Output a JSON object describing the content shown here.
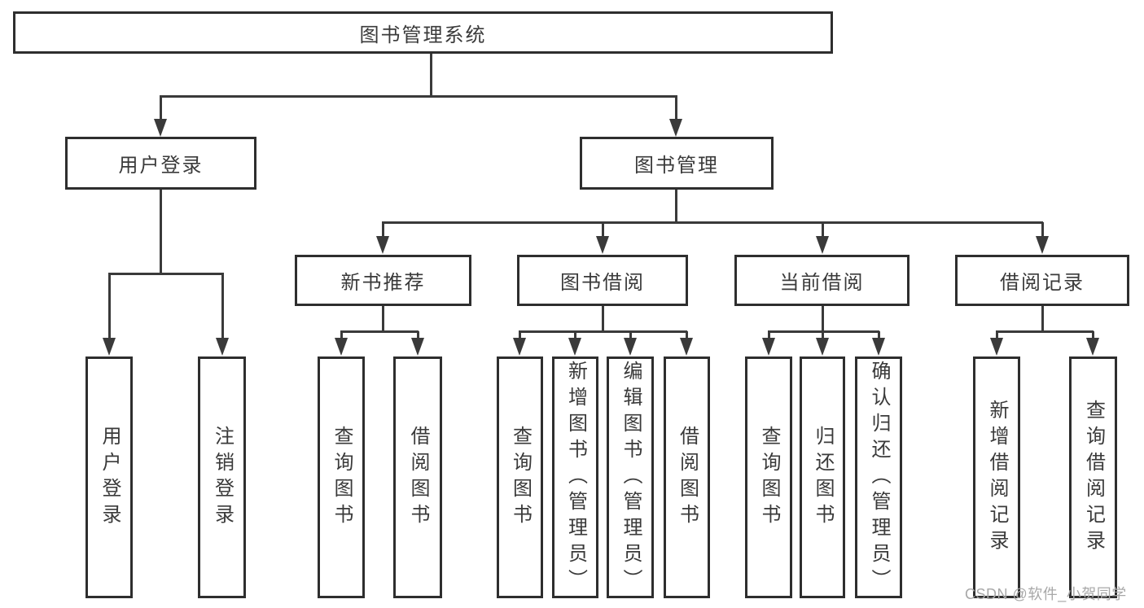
{
  "diagram": {
    "root": {
      "label": "图书管理系统"
    },
    "branches": [
      {
        "label": "用户登录",
        "children": [
          {
            "label": "用户登录"
          },
          {
            "label": "注销登录"
          }
        ]
      },
      {
        "label": "图书管理",
        "children": [
          {
            "label": "新书推荐",
            "children": [
              {
                "label": "查询图书"
              },
              {
                "label": "借阅图书"
              }
            ]
          },
          {
            "label": "图书借阅",
            "children": [
              {
                "label": "查询图书"
              },
              {
                "label": "新增图书（管理员）"
              },
              {
                "label": "编辑图书（管理员）"
              },
              {
                "label": "借阅图书"
              }
            ]
          },
          {
            "label": "当前借阅",
            "children": [
              {
                "label": "查询图书"
              },
              {
                "label": "归还图书"
              },
              {
                "label": "确认归还（管理员）"
              }
            ]
          },
          {
            "label": "借阅记录",
            "children": [
              {
                "label": "新增借阅记录"
              },
              {
                "label": "查询借阅记录"
              }
            ]
          }
        ]
      }
    ]
  },
  "watermark": {
    "text": "CSDN @软件_小贺同学"
  },
  "colors": {
    "line": "#3a3a3a",
    "box_border": "#2e2e2e",
    "text": "#3a3a3a",
    "watermark": "#a8a8a8",
    "background": "#ffffff"
  }
}
